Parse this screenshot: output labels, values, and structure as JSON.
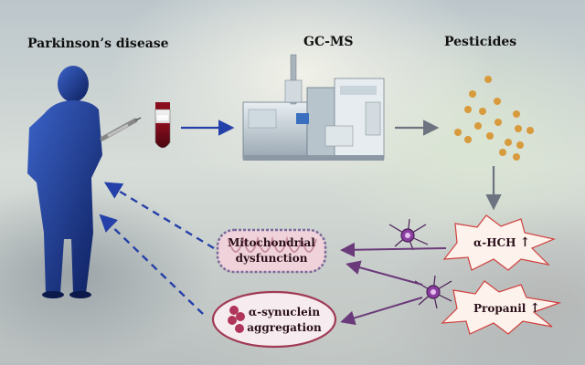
{
  "labels": {
    "disease": "Parkinson’s disease",
    "method": "GC-MS",
    "pesticides": "Pesticides"
  },
  "effects": {
    "mito_line1": "Mitochondrial",
    "mito_line2": "dysfunction",
    "syn_line1": "α-synuclein",
    "syn_line2": "aggregation"
  },
  "compounds": {
    "hch": "α-HCH",
    "propanil": "Propanil"
  },
  "trend_symbol": "↑",
  "colors": {
    "person": "#1f3a8a",
    "arrow_blue": "#2540a8",
    "arrow_purple": "#6b3a7a",
    "dot": "#d79a3c",
    "accent_red": "#b03040"
  }
}
